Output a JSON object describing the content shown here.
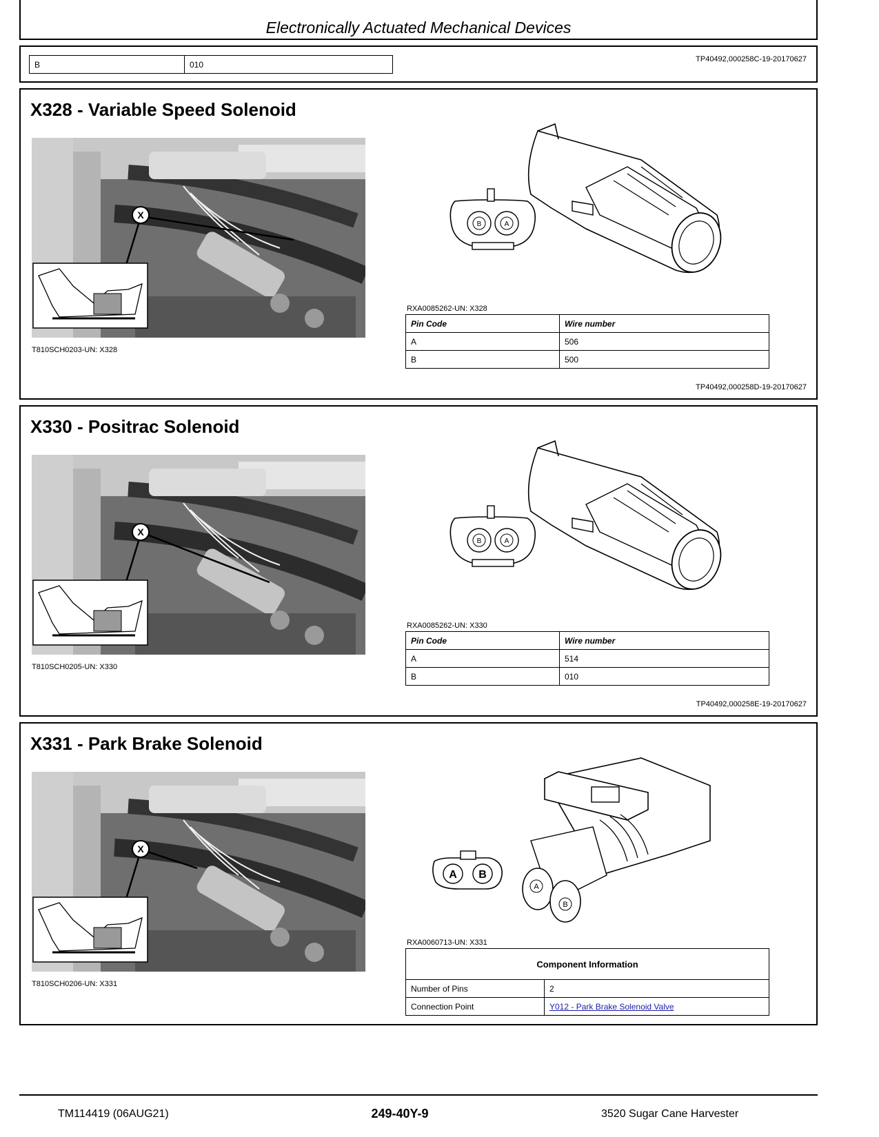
{
  "header": {
    "title": "Electronically Actuated Mechanical Devices"
  },
  "top_table": {
    "pin": "B",
    "wire": "010",
    "ref": "TP40492,000258C-19-20170627"
  },
  "sections": [
    {
      "title": "X328 - Variable Speed Solenoid",
      "photo_caption": "T810SCH0203-UN: X328",
      "callout": "X",
      "connector_caption": "RXA0085262-UN: X328",
      "pin_a_label": "A",
      "pin_b_label": "B",
      "table_headers": [
        "Pin Code",
        "Wire number"
      ],
      "rows": [
        {
          "pin": "A",
          "wire": "506"
        },
        {
          "pin": "B",
          "wire": "500"
        }
      ],
      "ref": "TP40492,000258D-19-20170627"
    },
    {
      "title": "X330 - Positrac Solenoid",
      "photo_caption": "T810SCH0205-UN: X330",
      "callout": "X",
      "connector_caption": "RXA0085262-UN: X330",
      "pin_a_label": "A",
      "pin_b_label": "B",
      "table_headers": [
        "Pin Code",
        "Wire number"
      ],
      "rows": [
        {
          "pin": "A",
          "wire": "514"
        },
        {
          "pin": "B",
          "wire": "010"
        }
      ],
      "ref": "TP40492,000258E-19-20170627"
    },
    {
      "title": "X331 - Park Brake Solenoid",
      "photo_caption": "T810SCH0206-UN: X331",
      "callout": "X",
      "connector_caption": "RXA0060713-UN: X331",
      "pin_a_label": "A",
      "pin_b_label": "B",
      "component_info": {
        "heading": "Component Information",
        "pins_label": "Number of Pins",
        "pins_value": "2",
        "connection_label": "Connection Point",
        "connection_value": "Y012 - Park Brake Solenoid Valve"
      }
    }
  ],
  "footer": {
    "left": "TM114419 (06AUG21)",
    "center": "249-40Y-9",
    "right": "3520 Sugar Cane Harvester"
  }
}
